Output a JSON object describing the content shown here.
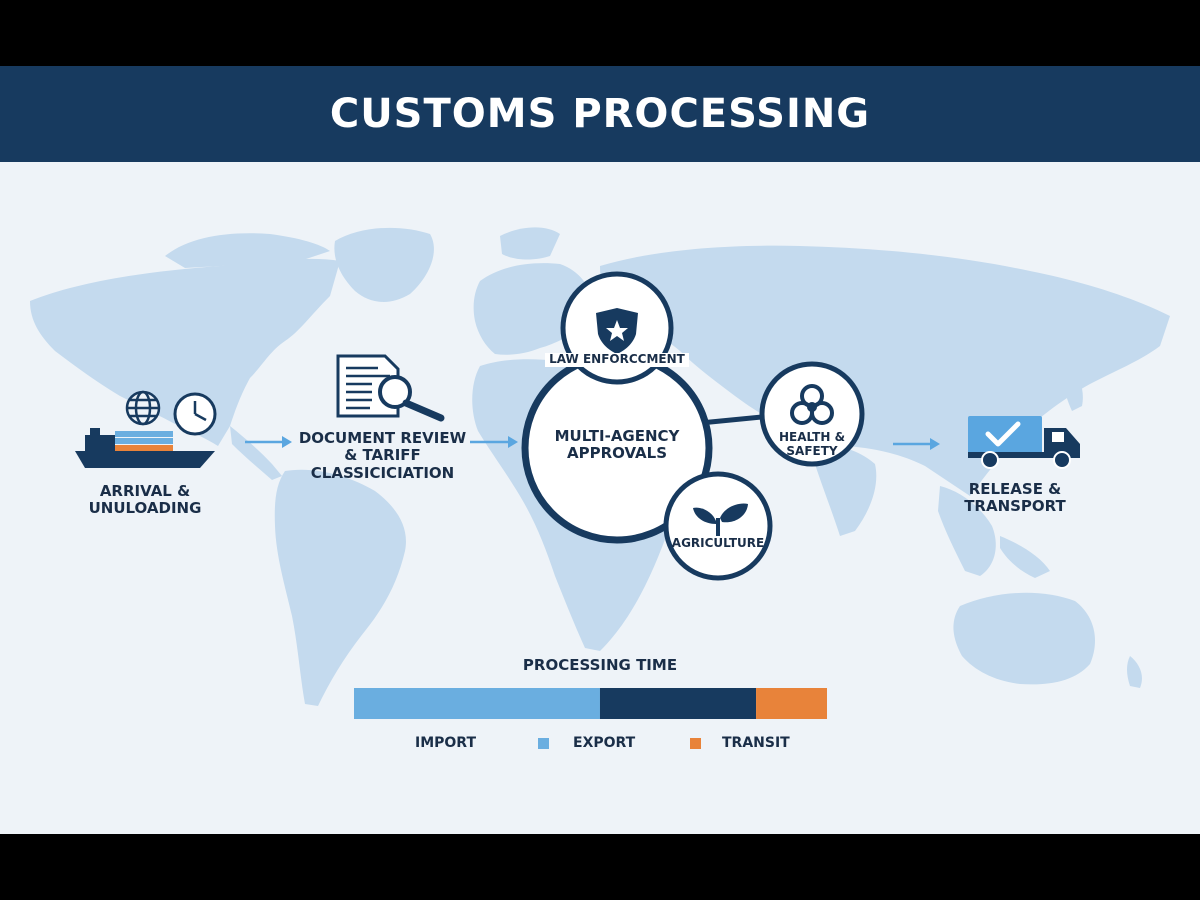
{
  "header": {
    "title": "CUSTOMS PROCESSING"
  },
  "steps": {
    "arrival": {
      "label_line1": "ARRIVAL &",
      "label_line2": "UNULOADING",
      "icons": [
        "ship-icon",
        "globe-icon",
        "clock-icon"
      ]
    },
    "document": {
      "label_line1": "DOCUMENT REVIEW",
      "label_line2": "& TARIFF",
      "label_line3": "CLASSICICIATION",
      "icons": [
        "document-icon",
        "magnifier-icon"
      ]
    },
    "approvals": {
      "label_line1": "MULTI-AGENCY",
      "label_line2": "APPROVALS"
    },
    "release": {
      "label_line1": "RELEASE &",
      "label_line2": "TRANSPORT",
      "icons": [
        "truck-icon",
        "check-icon"
      ]
    }
  },
  "agencies": {
    "law": {
      "label": "LAW ENFORCCMENT",
      "icon": "shield-icon"
    },
    "health": {
      "label_line1": "HEALTH &",
      "label_line2": "SAFETY",
      "icon": "biohazard-icon"
    },
    "agriculture": {
      "label": "AGRICULTURE",
      "icon": "leaf-icon"
    }
  },
  "chart_data": {
    "type": "bar",
    "title": "PROCESSING TIME",
    "orientation": "horizontal-stacked",
    "series": [
      {
        "name": "IMPORT",
        "value": 52,
        "color": "#6aaee0"
      },
      {
        "name": "EXPORT",
        "value": 33,
        "color": "#173a5f"
      },
      {
        "name": "TRANSIT",
        "value": 15,
        "color": "#e8833a"
      }
    ],
    "legend_placement": "bottom"
  },
  "colors": {
    "header_bg": "#173a5f",
    "map_fill": "#c4daee",
    "navy": "#173a5f",
    "arrow": "#5aa6e0",
    "orange": "#e8833a"
  }
}
